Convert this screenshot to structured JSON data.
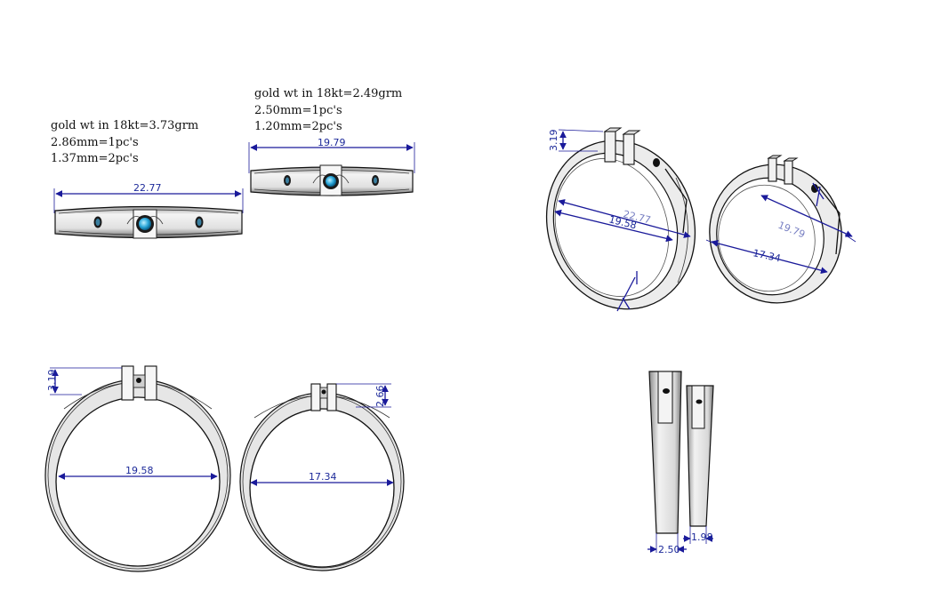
{
  "spec_ring_a": {
    "line1": "gold wt in 18kt=3.73grm",
    "line2": "2.86mm=1pc's",
    "line3": "1.37mm=2pc's"
  },
  "spec_ring_b": {
    "line1": "gold wt in 18kt=2.49grm",
    "line2": "2.50mm=1pc's",
    "line3": "1.20mm=2pc's"
  },
  "dimensions": {
    "top_band_a_length": "22.77",
    "top_band_b_length": "19.79",
    "front_a_diameter": "19.58",
    "front_a_height": "3.19",
    "front_b_diameter": "17.34",
    "front_b_height": "2.66",
    "iso_a_height": "3.19",
    "iso_a_diameter": "19.58",
    "iso_a_outer": "22.77",
    "iso_b_diameter": "17.34",
    "iso_b_outer": "19.79",
    "side_a_width": "2.50",
    "side_b_width": "1.98"
  },
  "colors": {
    "dimension": "#1a1a9a",
    "gem": "#29a6d8",
    "metal": "#e6e6e6"
  }
}
